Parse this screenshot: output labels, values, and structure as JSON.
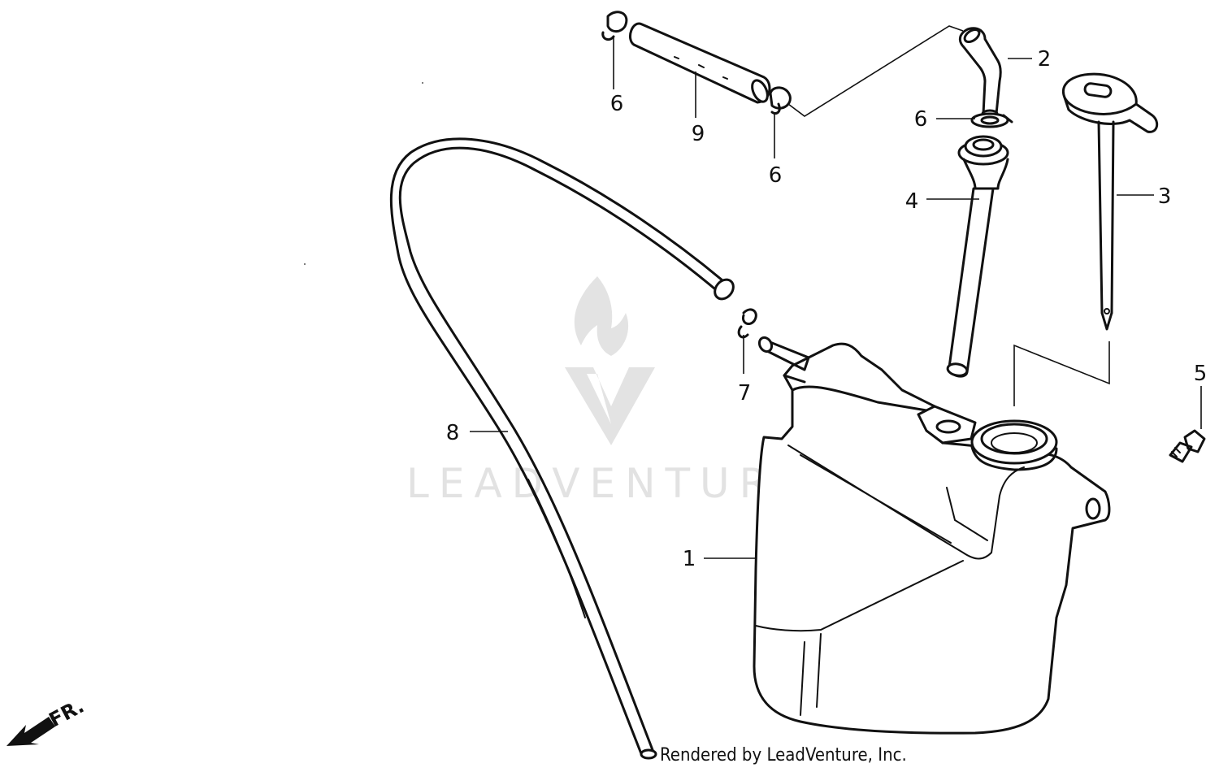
{
  "watermark": {
    "text": "LEADVENTURE"
  },
  "callouts": {
    "c1": "1",
    "c2": "2",
    "c3": "3",
    "c4": "4",
    "c5": "5",
    "c6a": "6",
    "c6b": "6",
    "c6c": "6",
    "c7": "7",
    "c8": "8",
    "c9": "9"
  },
  "direction": {
    "label": "FR."
  },
  "credit": "Rendered by LeadVenture, Inc."
}
